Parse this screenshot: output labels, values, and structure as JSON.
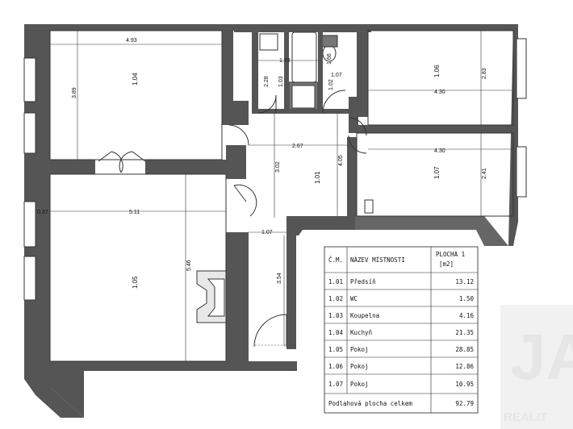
{
  "rooms": [
    {
      "id": "1.01",
      "name": "Předsíň",
      "area": "13.12"
    },
    {
      "id": "1.02",
      "name": "WC",
      "area": "1.50"
    },
    {
      "id": "1.03",
      "name": "Koupelna",
      "area": "4.16"
    },
    {
      "id": "1.04",
      "name": "Kuchyň",
      "area": "21.35"
    },
    {
      "id": "1.05",
      "name": "Pokoj",
      "area": "28.85"
    },
    {
      "id": "1.06",
      "name": "Pokoj",
      "area": "12.86"
    },
    {
      "id": "1.07",
      "name": "Pokoj",
      "area": "10.95"
    }
  ],
  "dimensions": {
    "kitchen_width": "4.93",
    "kitchen_depth": "3.89",
    "bath_width": "1.73",
    "wc_width": "1.66",
    "bath_depth": "2.28",
    "bath_inner": "1.03",
    "wc_depth": "1.02",
    "wc_inner": "1.07",
    "room106_width": "4.30",
    "room106_depth": "2.83",
    "hall_width": "2.67",
    "room107_width": "4.30",
    "room107_depth": "2.41",
    "hall_depth_a": "3.02",
    "hall_depth_b": "4.05",
    "room105_offset": "0.37",
    "room105_width": "5.11",
    "room105_depth": "5.46",
    "corridor_width": "1.07",
    "corridor_depth": "3.54"
  },
  "table": {
    "col_no": "Č.M.",
    "col_name": "NÁZEV MÍSTNOSTI",
    "col_area_1": "PLOCHA 1",
    "col_area_2": "[m2]",
    "total_label": "Podlahová plocha celkem",
    "total_value": "92.79"
  },
  "watermark": {
    "mark": "JA",
    "text": "REALIT"
  }
}
